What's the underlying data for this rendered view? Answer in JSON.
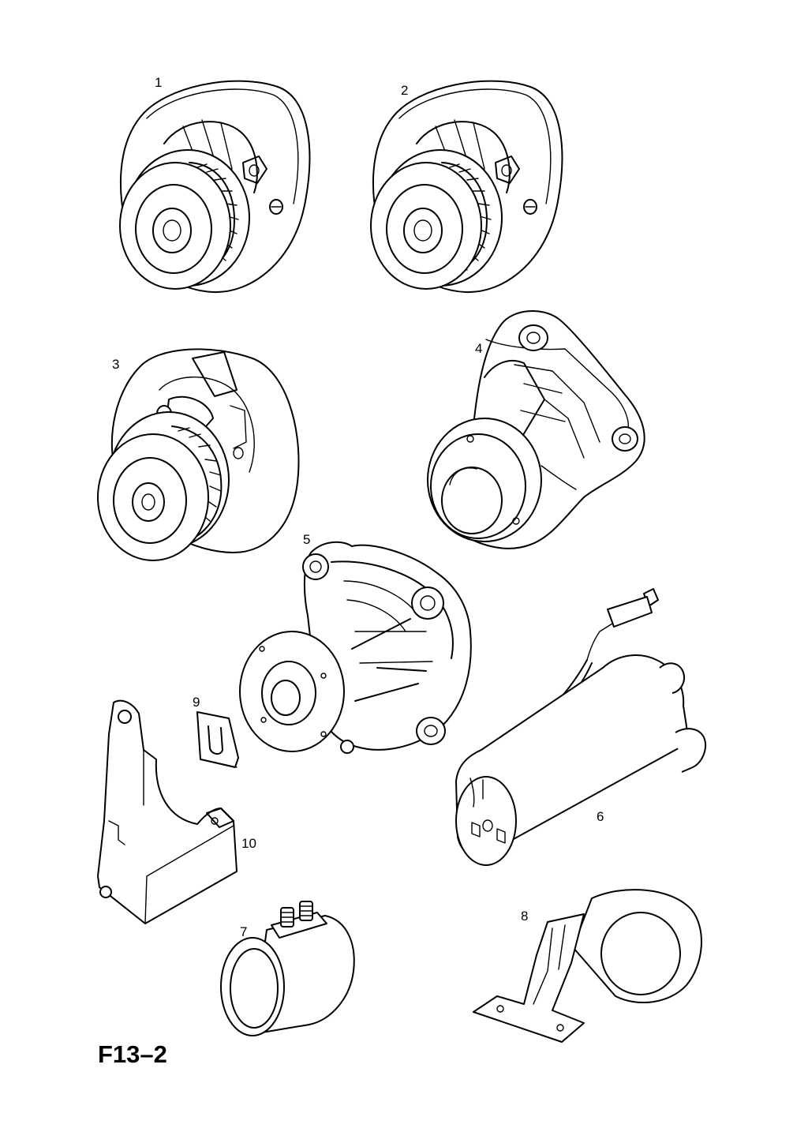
{
  "figure_code": "F13–2",
  "callouts": [
    {
      "id": "1",
      "label": "1"
    },
    {
      "id": "2",
      "label": "2"
    },
    {
      "id": "3",
      "label": "3"
    },
    {
      "id": "4",
      "label": "4"
    },
    {
      "id": "5",
      "label": "5"
    },
    {
      "id": "6",
      "label": "6"
    },
    {
      "id": "7",
      "label": "7"
    },
    {
      "id": "8",
      "label": "8"
    },
    {
      "id": "9",
      "label": "9"
    },
    {
      "id": "10",
      "label": "10"
    }
  ]
}
